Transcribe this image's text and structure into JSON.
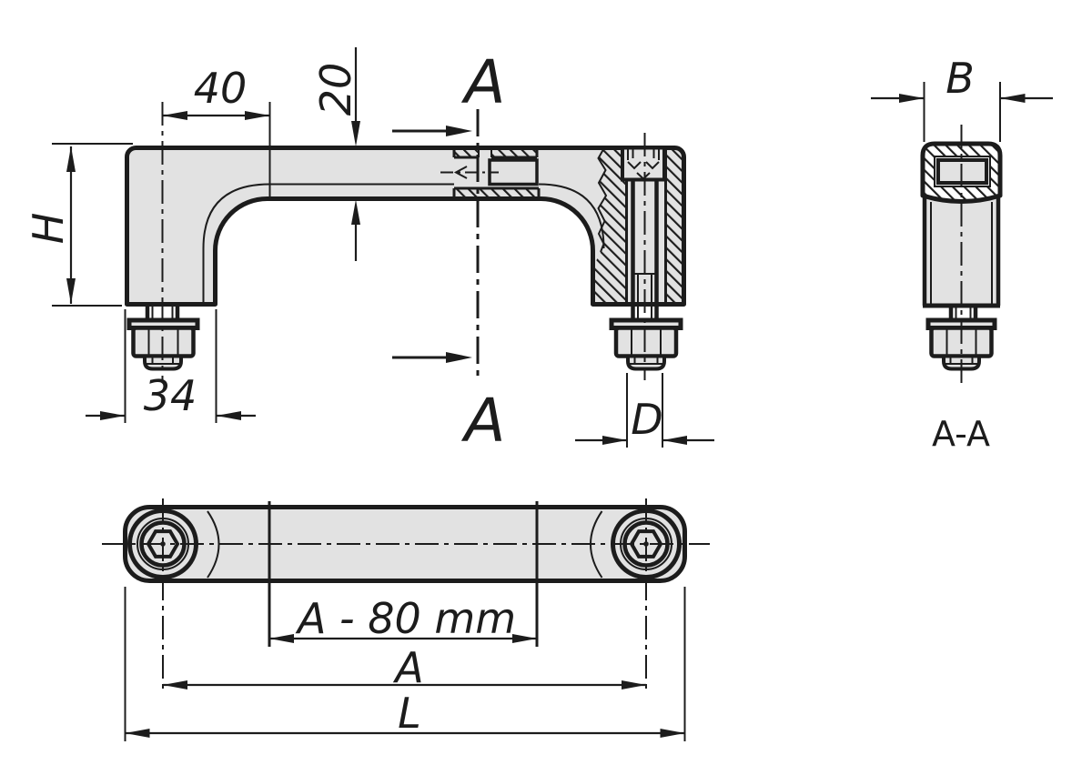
{
  "title": "Tubular pull handle engineering drawing",
  "colors": {
    "line": "#1c1c1c",
    "fill": "#e2e2e2",
    "paper": "#ffffff"
  },
  "front_view": {
    "dim_40": "40",
    "dim_20": "20",
    "dim_h": "H",
    "dim_34": "34",
    "dim_d": "D",
    "section_label_top": "A",
    "section_label_bottom": "A"
  },
  "section_view": {
    "dim_b": "B",
    "title": "A-A"
  },
  "top_view": {
    "dim_a_minus_80": "A - 80 mm",
    "dim_a": "A",
    "dim_l": "L"
  }
}
